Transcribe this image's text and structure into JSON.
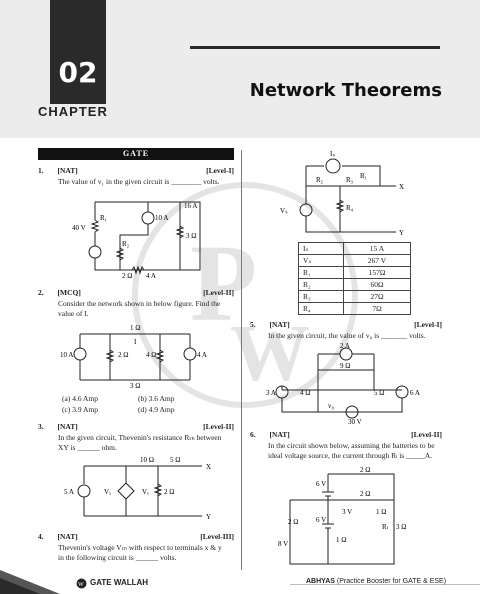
{
  "header": {
    "chapter_number": "02",
    "chapter_label": "CHAPTER",
    "title": "Network Theorems"
  },
  "section": "GATE",
  "questions": {
    "q1": {
      "num": "1.",
      "type": "[NAT]",
      "level": "[Level-I]",
      "text": "The value of v₁ in the given circuit is ________ volts."
    },
    "q2": {
      "num": "2.",
      "type": "[MCQ]",
      "level": "[Level-II]",
      "text1": "Consider the network shown in below figure. Find the",
      "text2": "value of I.",
      "options": {
        "a": "(a)   4.6 Amp",
        "b": "(b)   3.6 Amp",
        "c": "(c)   3.9 Amp",
        "d": "(d)   4.9 Amp"
      }
    },
    "q3": {
      "num": "3.",
      "type": "[NAT]",
      "level": "[Level-II]",
      "text1": "In the given circuit, Thevenin's resistance Rₜₕ between",
      "text2": "XY is ______ ohm."
    },
    "q4": {
      "num": "4.",
      "type": "[NAT]",
      "level": "[Level-III]",
      "text1": "Thevenin's voltage Vₜₕ with respect to terminals x & y",
      "text2": "in the following circuit is ______ volts."
    },
    "q5": {
      "num": "5.",
      "type": "[NAT]",
      "level": "[Level-I]",
      "text": "In the given circuit, the value of v₀ is _______ volts."
    },
    "q6": {
      "num": "6.",
      "type": "[NAT]",
      "level": "[Level-II]",
      "text1": "In the circuit shown below, assuming the batteries to be",
      "text2": "ideal voltage source, the current through Rₗ is _____A."
    }
  },
  "table": [
    [
      "Iₛ",
      "15 A"
    ],
    [
      "Vₛ",
      "267 V"
    ],
    [
      "R₁",
      "157Ω"
    ],
    [
      "R₂",
      "60Ω"
    ],
    [
      "R₃",
      "27Ω"
    ],
    [
      "R₄",
      "7Ω"
    ]
  ],
  "footer": {
    "brand": "GATE WALLAH",
    "series": "ABHYAS",
    "subtitle": "(Practice Booster for GATE & ESE)"
  }
}
